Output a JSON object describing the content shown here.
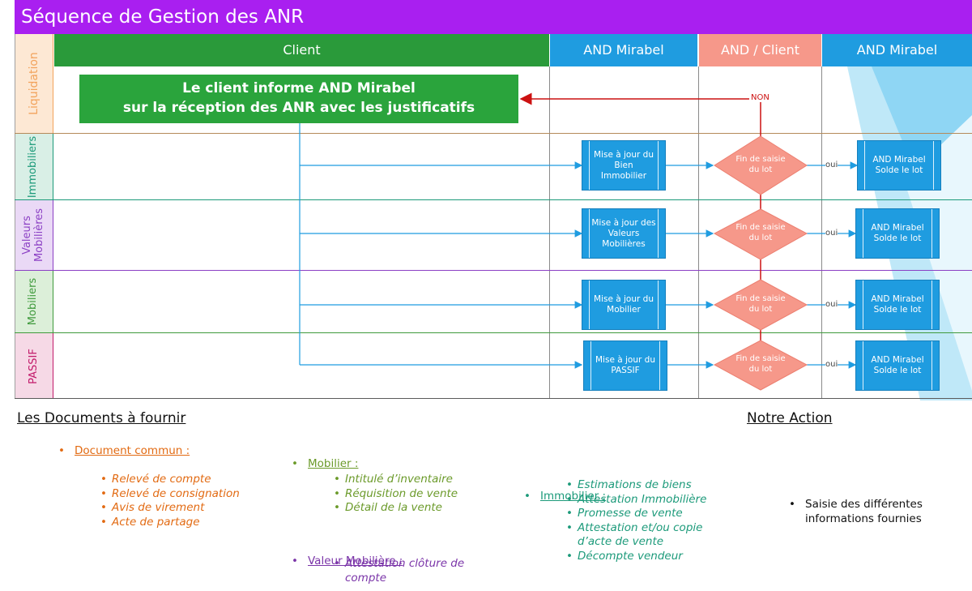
{
  "title": "Séquence de Gestion des ANR",
  "colors": {
    "title_bar": "#a91ff0",
    "header_client": "#2a9a3a",
    "header_mirabel": "#1f9ce0",
    "header_and_client": "#f6988a",
    "process_box": "#1f9ce0",
    "decision": "#f6988a",
    "arrow_blue": "#1f9ce0",
    "arrow_red": "#cc1111"
  },
  "columns": [
    {
      "label": "Client"
    },
    {
      "label": "AND Mirabel"
    },
    {
      "label": "AND / Client"
    },
    {
      "label": "AND Mirabel"
    }
  ],
  "lanes": [
    {
      "label": "Liquidation",
      "color": "#f2a35c"
    },
    {
      "label": "Immobiliers",
      "color": "#1c9a7a"
    },
    {
      "label": "Valeurs\nMobilières",
      "color": "#8b3fc4"
    },
    {
      "label": "Mobiliers",
      "color": "#3f9a3c"
    },
    {
      "label": "PASSIF",
      "color": "#c21a6a"
    }
  ],
  "client_box": {
    "line1": "Le client informe AND Mirabel",
    "line2": "sur la réception des ANR avec les justificatifs"
  },
  "non_label": "NON",
  "rows": [
    {
      "process": "Mise à jour du Bien Immobilier",
      "decision": "Fin de saisie du lot",
      "oui": "oui",
      "result": "AND Mirabel Solde le lot"
    },
    {
      "process": "Mise à jour des Valeurs Mobilières",
      "decision": "Fin de saisie du lot",
      "oui": "oui",
      "result": "AND Mirabel Solde le lot"
    },
    {
      "process": "Mise à jour du Mobilier",
      "decision": "Fin de saisie du lot",
      "oui": "oui",
      "result": "AND Mirabel Solde le lot"
    },
    {
      "process": "Mise à jour du PASSIF",
      "decision": "Fin de saisie du lot",
      "oui": "oui",
      "result": "AND Mirabel Solde le lot"
    }
  ],
  "documents": {
    "title": "Les Documents à fournir",
    "commun": {
      "label": "Document commun :",
      "items": [
        "Relevé de compte",
        "Relevé de consignation",
        "Avis de virement",
        "Acte de partage"
      ]
    },
    "mobilier": {
      "label": "Mobilier :",
      "items": [
        "Intitulé d’inventaire",
        "Réquisition de vente",
        "Détail de la vente"
      ]
    },
    "valeur_mobiliere": {
      "label": "Valeur Mobilière :",
      "items": [
        "Attestation clôture de compte"
      ]
    },
    "immobilier": {
      "label": "Immobilier :",
      "items": [
        "Estimations de biens",
        "Attestation Immobilière",
        "Promesse de vente",
        "Attestation et/ou copie d’acte de vente",
        "Décompte vendeur"
      ]
    }
  },
  "action": {
    "title": "Notre Action",
    "items": [
      "Saisie des différentes informations fournies"
    ]
  }
}
